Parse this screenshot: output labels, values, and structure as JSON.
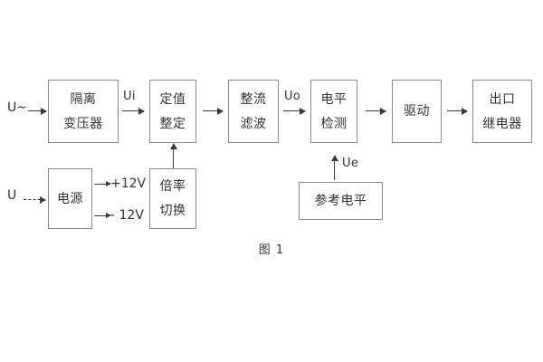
{
  "figure": {
    "caption": "图 1",
    "background_color": "#ffffff",
    "box_border_color": "#8a8a8a",
    "line_color": "#3a3a3a",
    "text_color": "#333333"
  },
  "signal_chain": {
    "blocks": [
      {
        "id": "isolation-transformer",
        "lines": [
          "隔离",
          "变压器"
        ]
      },
      {
        "id": "setpoint-adjust",
        "lines": [
          "定值",
          "整定"
        ]
      },
      {
        "id": "rectify-filter",
        "lines": [
          "整流",
          "滤波"
        ]
      },
      {
        "id": "level-detect",
        "lines": [
          "电平",
          "检测"
        ]
      },
      {
        "id": "drive",
        "lines": [
          "驱动"
        ]
      },
      {
        "id": "output-relay",
        "lines": [
          "出口",
          "继电器"
        ]
      }
    ]
  },
  "power_section": {
    "blocks": [
      {
        "id": "power-supply",
        "lines": [
          "电源"
        ]
      },
      {
        "id": "multiplier-switch",
        "lines": [
          "倍率",
          "切换"
        ]
      }
    ],
    "rails": [
      {
        "id": "rail-positive",
        "label": "+12V"
      },
      {
        "id": "rail-negative",
        "label": "- 12V"
      }
    ]
  },
  "reference_section": {
    "blocks": [
      {
        "id": "reference-level",
        "lines": [
          "参考电平"
        ]
      }
    ]
  },
  "terminals": {
    "ac_input": "U~",
    "dc_input": "U"
  },
  "signal_labels": {
    "ui": "Ui",
    "uo": "Uo",
    "ue": "Ue"
  }
}
